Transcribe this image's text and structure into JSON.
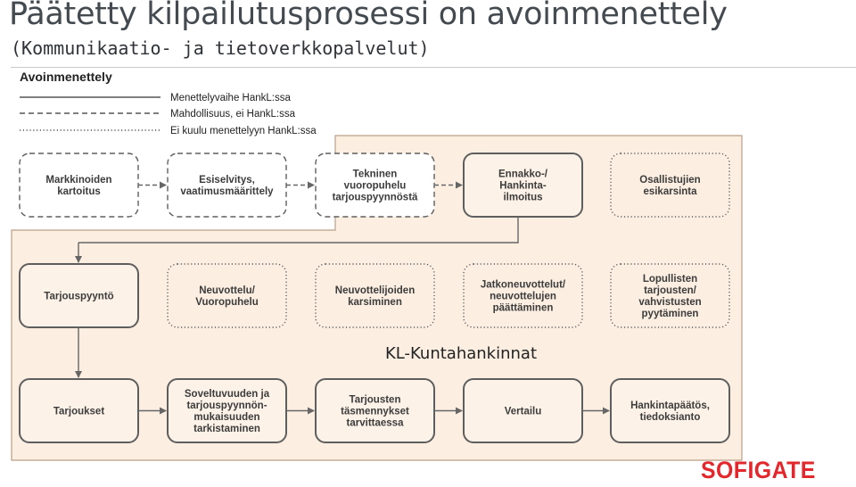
{
  "slide": {
    "title": "Päätetty kilpailutusprosessi on avoinmenettely",
    "subtitle": "(Kommunikaatio- ja tietoverkkopalvelut)",
    "logo_text": "SOFIGATE",
    "logo_color": "#e3282d"
  },
  "diagram": {
    "heading": "Avoinmenettely",
    "region_fill": "#fcefe2",
    "region_border": "#b99f86",
    "legend": [
      {
        "style": "solid",
        "label": "Menettelyvaihe HankL:ssa"
      },
      {
        "style": "dashed",
        "label": "Mahdollisuus, ei HankL:ssa"
      },
      {
        "style": "dotted",
        "label": "Ei kuulu menettelyyn HankL:ssa"
      }
    ],
    "steps": {
      "row1": [
        {
          "style": "dashed",
          "lines": [
            "Markkinoiden",
            "kartoitus"
          ]
        },
        {
          "style": "dashed",
          "lines": [
            "Esiselvitys,",
            "vaatimusmäärittely"
          ]
        },
        {
          "style": "dashed",
          "lines": [
            "Tekninen",
            "vuoropuhelu",
            "tarjouspyynnöstä"
          ]
        },
        {
          "style": "solid",
          "lines": [
            "Ennakko-/",
            "Hankinta-",
            "ilmoitus"
          ]
        },
        {
          "style": "dotted",
          "lines": [
            "Osallistujien",
            "esikarsinta"
          ]
        }
      ],
      "row2": [
        {
          "style": "solid",
          "lines": [
            "Tarjouspyyntö"
          ]
        },
        {
          "style": "dotted",
          "lines": [
            "Neuvottelu/",
            "Vuoropuhelu"
          ]
        },
        {
          "style": "dotted",
          "lines": [
            "Neuvottelijoiden",
            "karsiminen"
          ]
        },
        {
          "style": "dotted",
          "lines": [
            "Jatkoneuvottelut/",
            "neuvottelujen",
            "päättäminen"
          ]
        },
        {
          "style": "dotted",
          "lines": [
            "Lopullisten",
            "tarjousten/",
            "vahvistusten",
            "pyytäminen"
          ]
        }
      ],
      "row3": [
        {
          "style": "solid",
          "lines": [
            "Tarjoukset"
          ]
        },
        {
          "style": "solid",
          "lines": [
            "Soveltuvuuden ja",
            "tarjouspyynnön-",
            "mukaisuuden",
            "tarkistaminen"
          ]
        },
        {
          "style": "solid",
          "lines": [
            "Tarjousten",
            "täsmennykset",
            "tarvittaessa"
          ]
        },
        {
          "style": "solid",
          "lines": [
            "Vertailu"
          ]
        },
        {
          "style": "solid",
          "lines": [
            "Hankintapäätös,",
            "tiedoksianto"
          ]
        }
      ]
    },
    "annotation": "KL-Kuntahankinnat"
  }
}
